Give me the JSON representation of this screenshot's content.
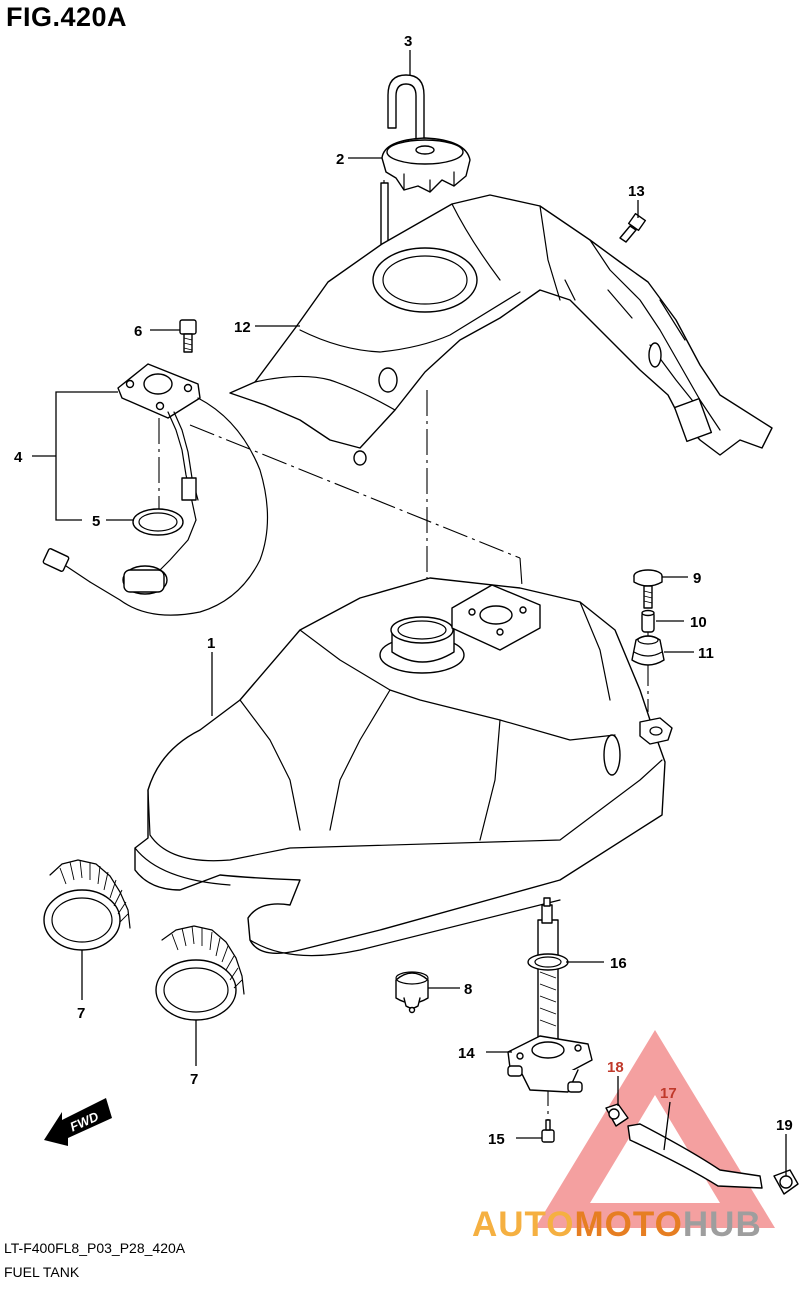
{
  "figure": {
    "title": "FIG.420A",
    "code": "LT-F400FL8_P03_P28_420A",
    "caption": "FUEL TANK"
  },
  "callouts": {
    "c1": "1",
    "c2": "2",
    "c3": "3",
    "c4": "4",
    "c5": "5",
    "c6": "6",
    "c7a": "7",
    "c7b": "7",
    "c8": "8",
    "c9": "9",
    "c10": "10",
    "c11": "11",
    "c12": "12",
    "c13": "13",
    "c14": "14",
    "c15": "15",
    "c16": "16",
    "c17": "17",
    "c18": "18",
    "c19": "19"
  },
  "fwd_label": "FWD",
  "watermark": {
    "auto": "AUTO",
    "moto": "MOTO",
    "hub": "HUB",
    "color_auto": "#f5b041",
    "color_moto": "#e67e22",
    "color_hub": "#9e9e9e",
    "triangle_color": "#f08080"
  }
}
